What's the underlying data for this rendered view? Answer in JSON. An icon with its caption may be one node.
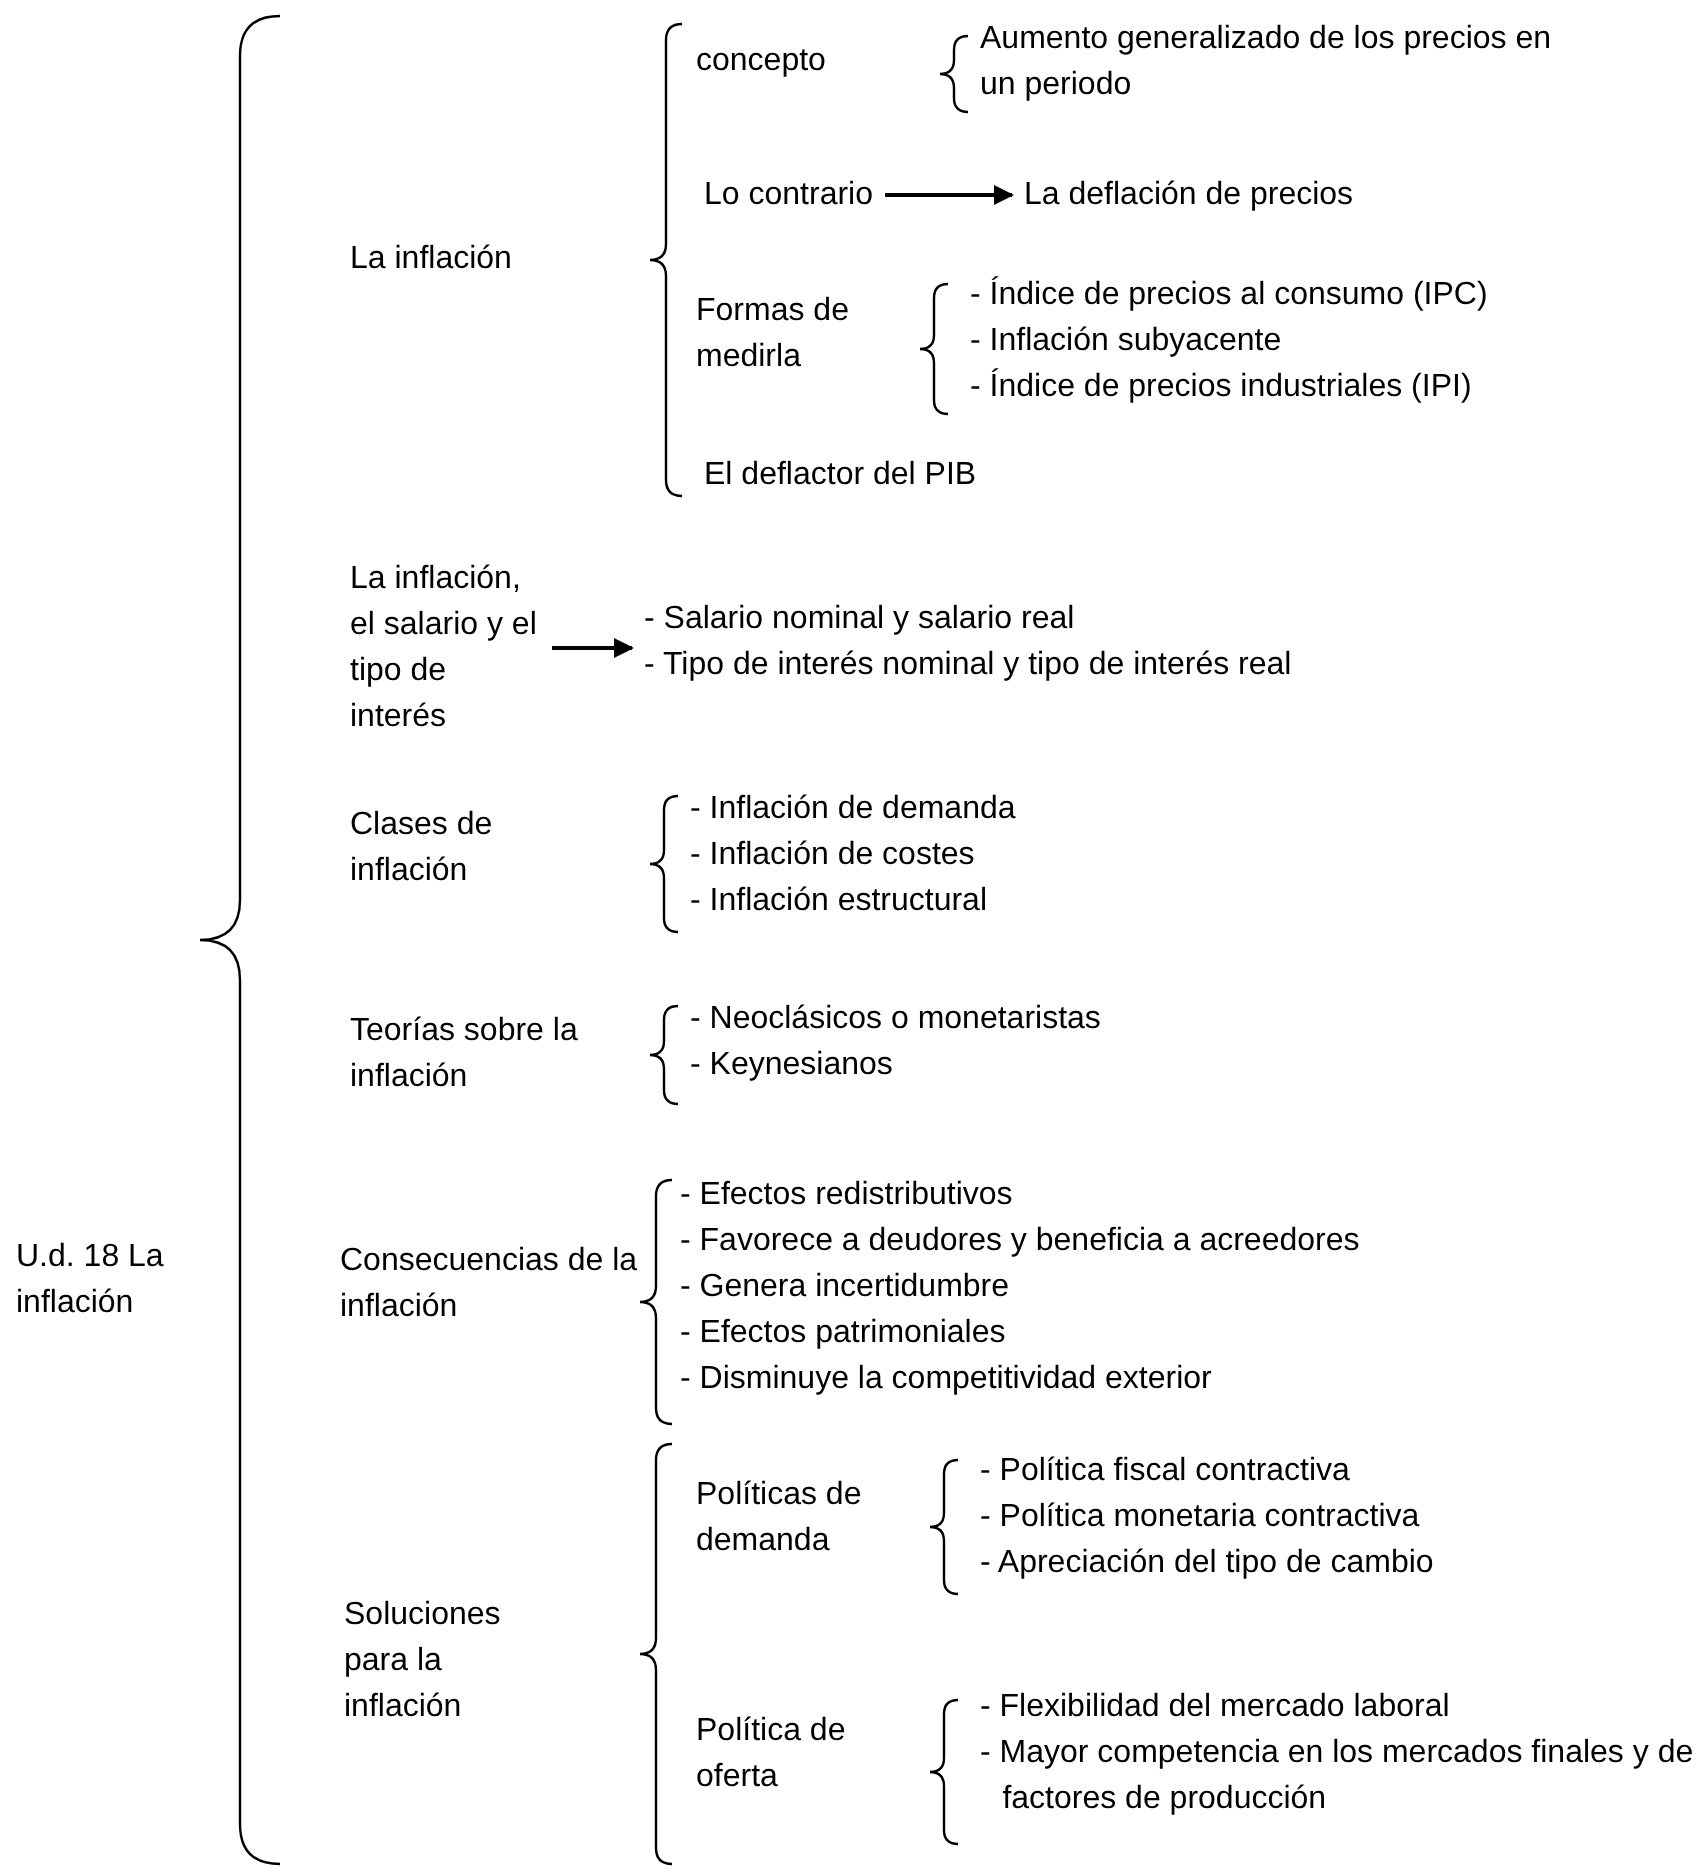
{
  "diagram": {
    "nodes": [
      {
        "text": [
          "U.d. 18 La inflación"
        ]
      },
      {
        "text": [
          "La inflación"
        ]
      },
      {
        "text": [
          "concepto"
        ]
      },
      {
        "text": [
          "Aumento generalizado de los precios en un periodo"
        ]
      },
      {
        "text": [
          "Lo contrario"
        ]
      },
      {
        "text": [
          "La deflación de precios"
        ]
      },
      {
        "text": [
          "Formas de medirla"
        ]
      },
      {
        "text": [
          "- Índice de precios al consumo (IPC)",
          "- Inflación subyacente",
          "- Índice de precios industriales (IPI)"
        ]
      },
      {
        "text": [
          "El deflactor del PIB"
        ]
      },
      {
        "text": [
          "La inflación, el salario y el tipo de interés"
        ]
      },
      {
        "text": [
          "- Salario nominal y salario real",
          "- Tipo de interés nominal y tipo de interés real"
        ]
      },
      {
        "text": [
          "Clases de inflación"
        ]
      },
      {
        "text": [
          "- Inflación de demanda",
          "- Inflación de costes",
          "- Inflación estructural"
        ]
      },
      {
        "text": [
          "Teorías sobre la inflación"
        ]
      },
      {
        "text": [
          "- Neoclásicos o monetaristas",
          "- Keynesianos"
        ]
      },
      {
        "text": [
          "Consecuencias de la inflación"
        ]
      },
      {
        "text": [
          "- Efectos redistributivos",
          "- Favorece a deudores y beneficia a acreedores",
          "- Genera incertidumbre",
          "- Efectos patrimoniales",
          "- Disminuye la competitividad exterior"
        ]
      },
      {
        "text": [
          "Soluciones para la inflación"
        ]
      },
      {
        "text": [
          "Políticas de demanda"
        ]
      },
      {
        "text": [
          "- Política fiscal contractiva",
          "- Política monetaria contractiva",
          "- Apreciación del tipo de cambio"
        ]
      },
      {
        "text": [
          "Política de oferta"
        ]
      },
      {
        "text": [
          "- Flexibilidad del mercado laboral",
          "- Mayor competencia en los mercados finales y de factores de producción"
        ]
      }
    ],
    "edges": [
      {
        "from": 4,
        "to": 5,
        "arrow": "to"
      },
      {
        "from": 9,
        "to": 10,
        "arrow": "to"
      }
    ]
  }
}
